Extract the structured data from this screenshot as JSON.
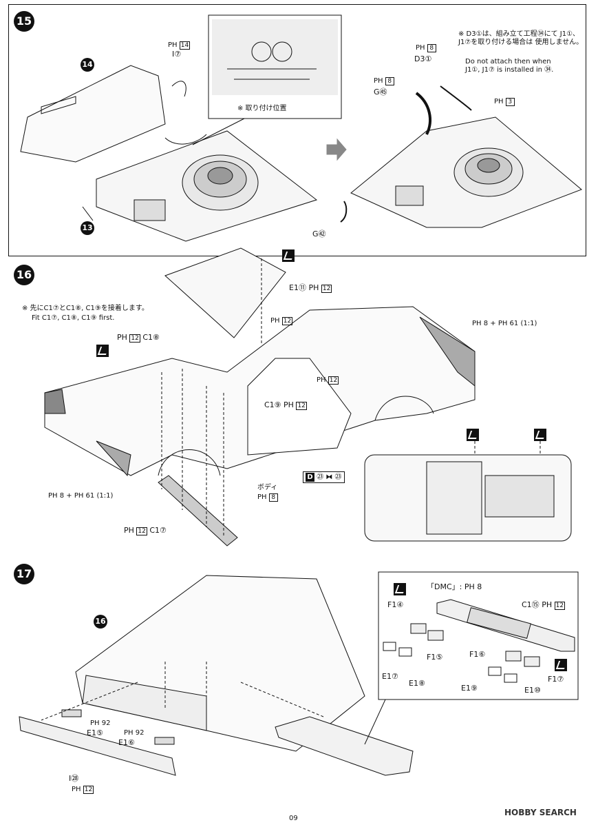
{
  "steps": {
    "s15": {
      "number": "15",
      "ref_13": "13",
      "ref_14": "14",
      "ph14": "PH",
      "ph14_box": "14",
      "i7": "I⑦",
      "inset_caption": "※ 取り付け位置",
      "note_jp": "※ D3①は、組み立て工程㉞にて J1①、J1⑦を取り付ける場合は 使用しません。",
      "note_en1": "Do not attach then when",
      "note_en2": "J1①, J1⑦ is installed in ㉞.",
      "ph8": "PH",
      "ph8_box": "8",
      "d3": "D3①",
      "ph8b": "PH",
      "ph8b_box": "8",
      "g45": "G㊺",
      "ph3": "PH",
      "ph3_box": "3",
      "g42": "G㊷"
    },
    "s16": {
      "number": "16",
      "note_jp": "※ 先にC1⑦とC1⑧, C1⑨を接着します。",
      "note_en": "Fit C1⑦, C1⑧, C1⑨ first.",
      "e1_11": "E1⑪",
      "ph12a": "PH",
      "ph12a_box": "12",
      "ph12b": "PH",
      "ph12b_box": "12",
      "ph12c": "PH",
      "ph12c_box": "12",
      "c1_8": "C1⑧",
      "ph8_61_top": "PH 8 + PH 61 (1:1)",
      "ph12d": "PH",
      "ph12d_box": "12",
      "c1_9": "C1⑨",
      "ph12e": "PH",
      "ph12e_box": "12",
      "ph8_61_left": "PH 8 + PH 61 (1:1)",
      "body_jp": "ボディ",
      "body_ph": "PH",
      "body_ph_box": "8",
      "ph12f": "PH",
      "ph12f_box": "12",
      "c1_7": "C1⑦",
      "d23_a": "D",
      "d23_b": "㉓",
      "d23_c": "㉓"
    },
    "s17": {
      "number": "17",
      "ref_16": "16",
      "dmc_label": "「DMC」: PH 8",
      "c1_15": "C1⑮",
      "ph12": "PH",
      "ph12_box": "12",
      "f1_4": "F1④",
      "f1_5": "F1⑤",
      "f1_6": "F1⑥",
      "f1_7": "F1⑦",
      "e1_7": "E1⑦",
      "e1_8": "E1⑧",
      "e1_9": "E1⑨",
      "e1_10": "E1⑩",
      "ph92a": "PH 92",
      "e1_5": "E1⑤",
      "ph92b": "PH 92",
      "e1_6": "E1⑥",
      "i28": "I㉘",
      "ph12b": "PH",
      "ph12b_box": "12"
    }
  },
  "footer": {
    "page_number": "09",
    "watermark": "HOBBY SEARCH"
  }
}
